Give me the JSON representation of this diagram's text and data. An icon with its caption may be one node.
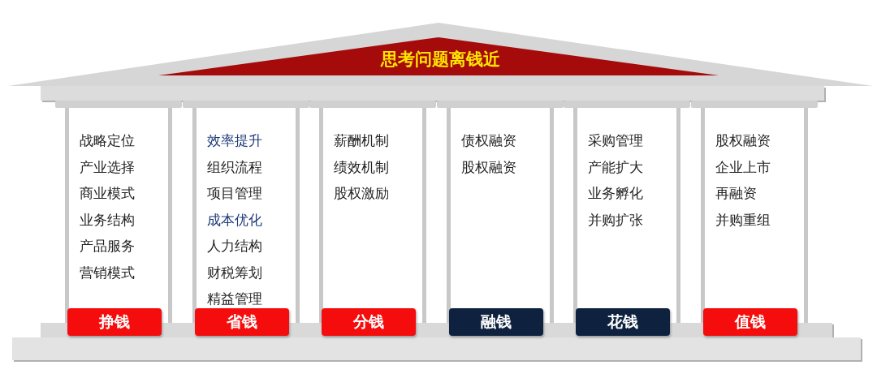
{
  "diagram": {
    "nodes": [
      {
        "text": [
          "思考问题离钱近"
        ]
      },
      {
        "text": [
          "战略定位",
          "产业选择",
          "商业模式",
          "业务结构",
          "产品服务",
          "营销模式"
        ]
      },
      {
        "text": [
          "挣钱"
        ],
        "in": 1
      },
      {
        "text": [
          "效率提升",
          "组织流程",
          "项目管理",
          "成本优化",
          "人力结构",
          "财税筹划",
          "精益管理"
        ]
      },
      {
        "text": [
          "省钱"
        ],
        "in": 3
      },
      {
        "text": [
          "薪酬机制",
          "绩效机制",
          "股权激励"
        ]
      },
      {
        "text": [
          "分钱"
        ],
        "in": 5
      },
      {
        "text": [
          "债权融资",
          "股权融资"
        ]
      },
      {
        "text": [
          "融钱"
        ],
        "in": 7
      },
      {
        "text": [
          "采购管理",
          "产能扩大",
          "业务孵化",
          "并购扩张"
        ]
      },
      {
        "text": [
          "花钱"
        ],
        "in": 9
      },
      {
        "text": [
          "股权融资",
          "企业上市",
          "再融资",
          "并购重组"
        ]
      },
      {
        "text": [
          "值钱"
        ],
        "in": 11
      }
    ],
    "edges": []
  }
}
